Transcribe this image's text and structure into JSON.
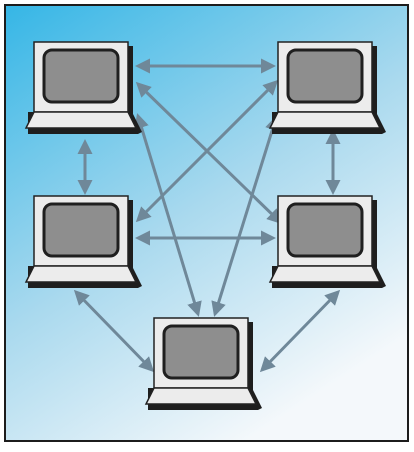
{
  "diagram": {
    "type": "network-topology",
    "description_nodes": [
      "computer-top-left",
      "computer-top-right",
      "computer-middle-left",
      "computer-middle-right",
      "computer-bottom-center"
    ],
    "links": [
      [
        "computer-top-left",
        "computer-top-right"
      ],
      [
        "computer-top-left",
        "computer-middle-left"
      ],
      [
        "computer-top-left",
        "computer-middle-right"
      ],
      [
        "computer-top-left",
        "computer-bottom-center"
      ],
      [
        "computer-top-right",
        "computer-middle-right"
      ],
      [
        "computer-top-right",
        "computer-middle-left"
      ],
      [
        "computer-top-right",
        "computer-bottom-center"
      ],
      [
        "computer-middle-left",
        "computer-middle-right"
      ],
      [
        "computer-middle-left",
        "computer-bottom-center"
      ],
      [
        "computer-middle-right",
        "computer-bottom-center"
      ]
    ],
    "colors": {
      "background_top": "#35b6e6",
      "background_bottom": "#f4f8fb",
      "frame_border": "#1c1c1c",
      "computer_body": "#ececec",
      "computer_shadow": "#1e1e1e",
      "screen": "#8e8e8e",
      "arrow": "#6f8899"
    }
  }
}
